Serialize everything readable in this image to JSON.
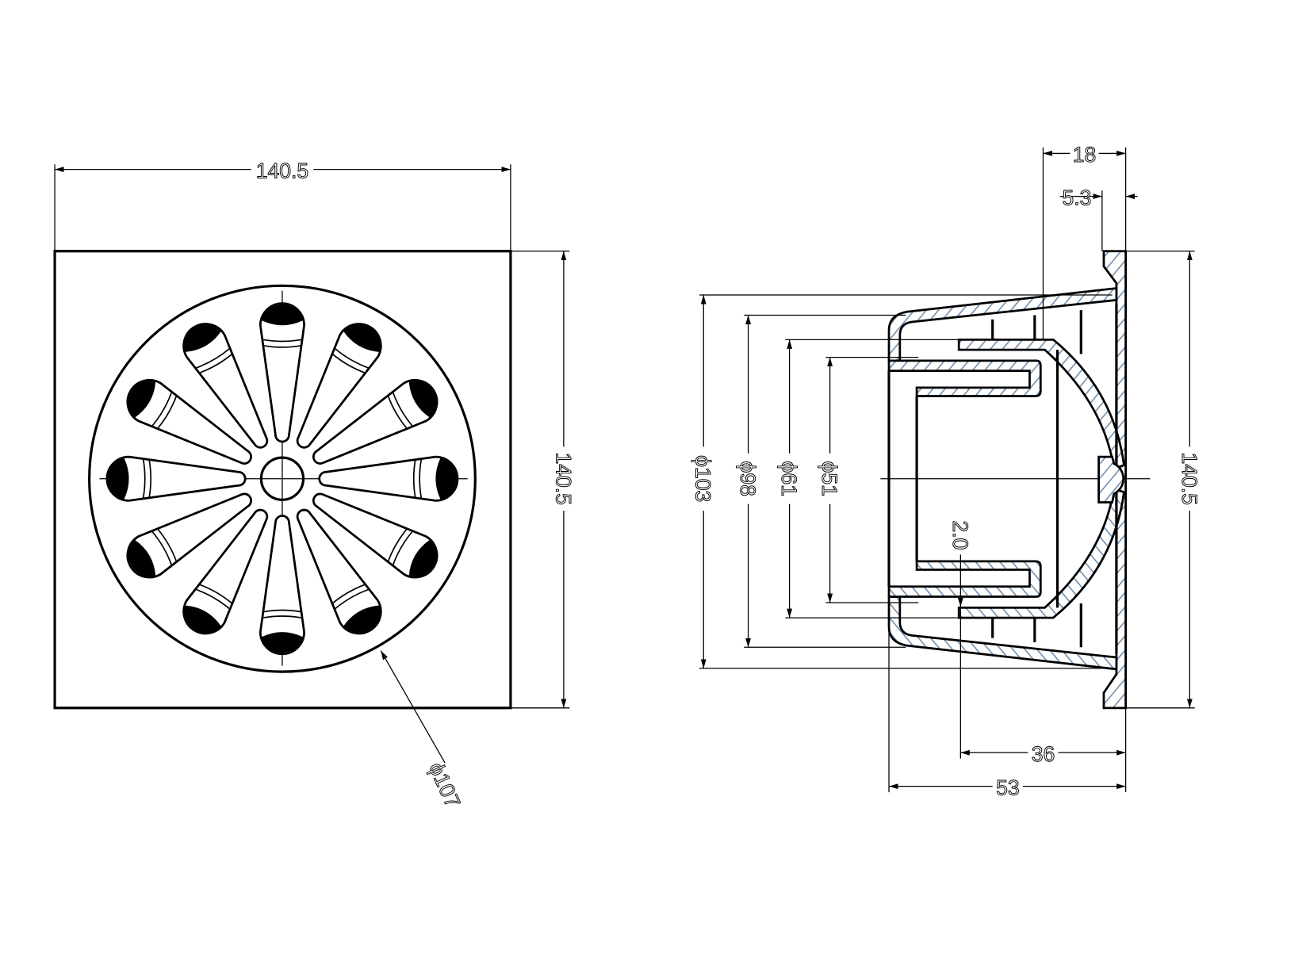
{
  "front_view": {
    "width_dim": "140.5",
    "height_dim": "140.5",
    "grate_diameter_dim": "ϕ107"
  },
  "side_view": {
    "depth_dim": "18",
    "flange_dim": "5.3",
    "height_dim": "140.5",
    "outer_diameter_dim": "ϕ103",
    "body_diameter_dim": "ϕ98",
    "sleeve_diameter_dim": "ϕ61",
    "bore_diameter_dim": "ϕ51",
    "wall_thickness_dim": "2.0",
    "sleeve_depth_dim": "36",
    "total_depth_dim": "53"
  },
  "colors": {
    "line": "#000000",
    "hatch": "#6f8fb0"
  }
}
